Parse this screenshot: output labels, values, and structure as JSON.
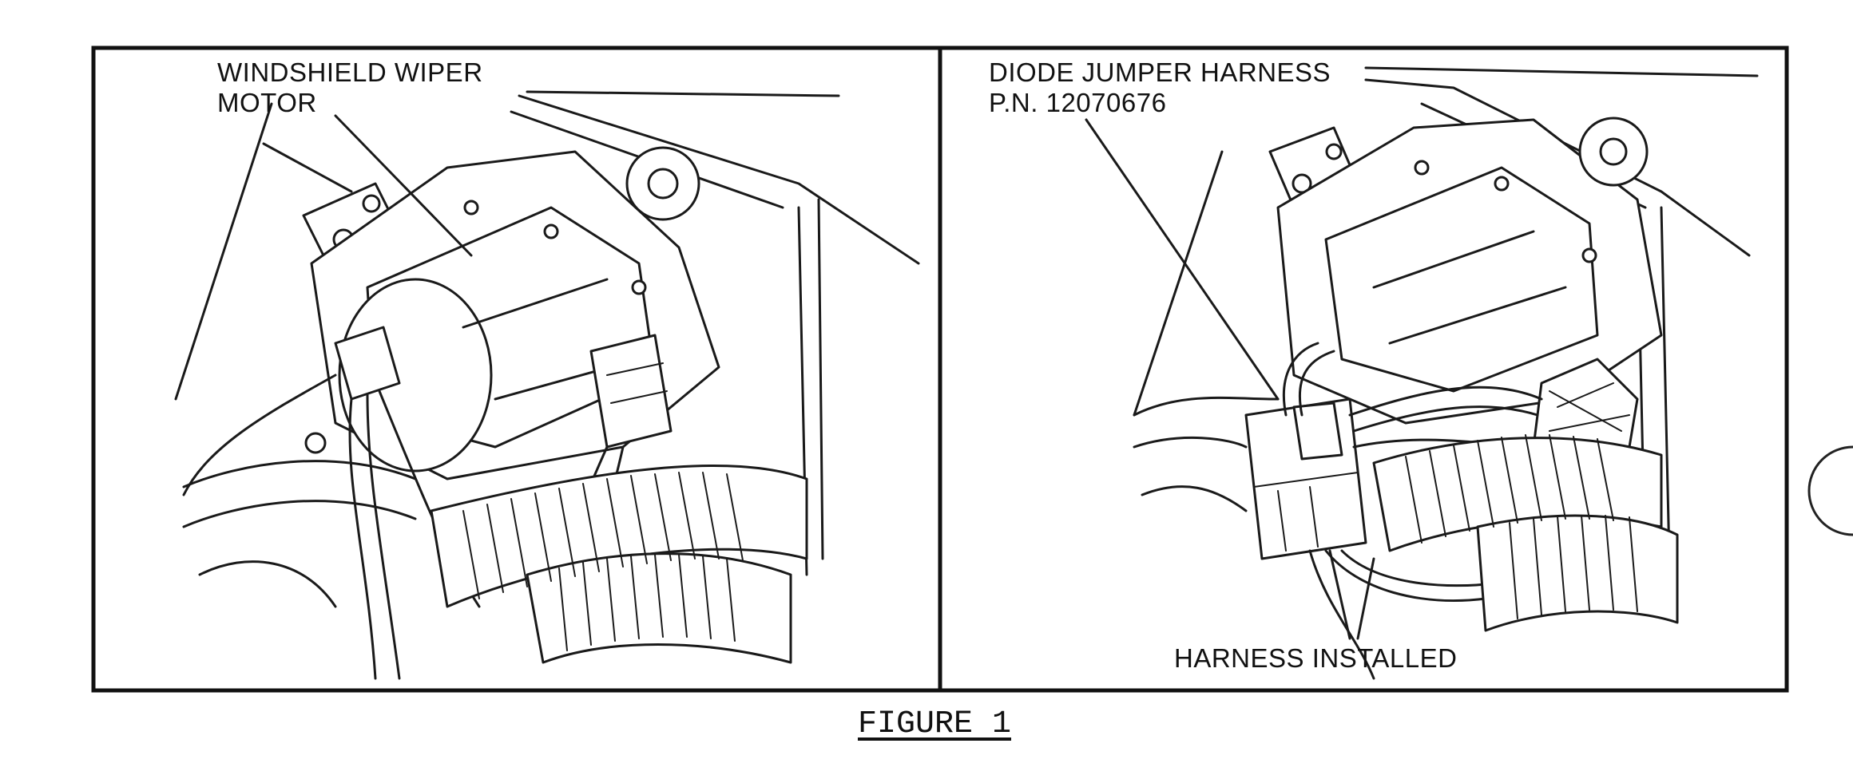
{
  "left_panel": {
    "label_line1": "WINDSHIELD WIPER",
    "label_line2": "MOTOR"
  },
  "right_panel": {
    "label_line1": "DIODE JUMPER HARNESS",
    "label_line2": "P.N. 12070676",
    "bottom_label": "HARNESS INSTALLED"
  },
  "caption": "FIGURE 1"
}
